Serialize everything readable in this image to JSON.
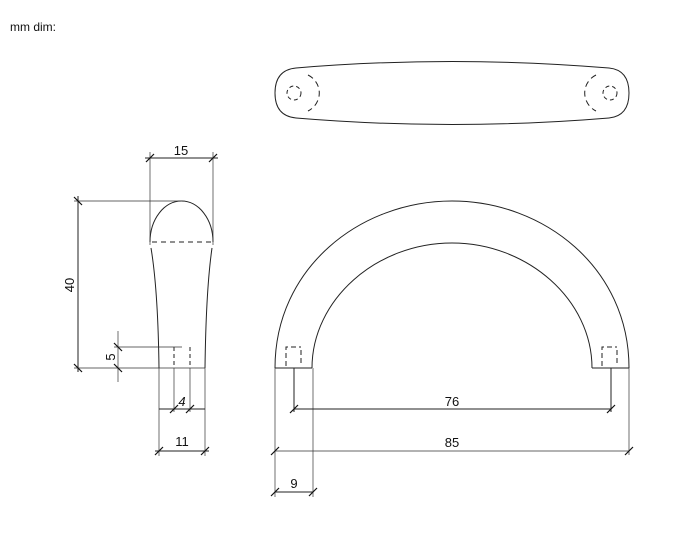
{
  "caption": "mm dim:",
  "dimensions": {
    "side_width": "15",
    "side_height": "40",
    "insert_depth": "5",
    "hole_diameter": "4",
    "base_width": "11",
    "hole_spacing": "76",
    "overall_length": "85",
    "leg_width": "9"
  }
}
